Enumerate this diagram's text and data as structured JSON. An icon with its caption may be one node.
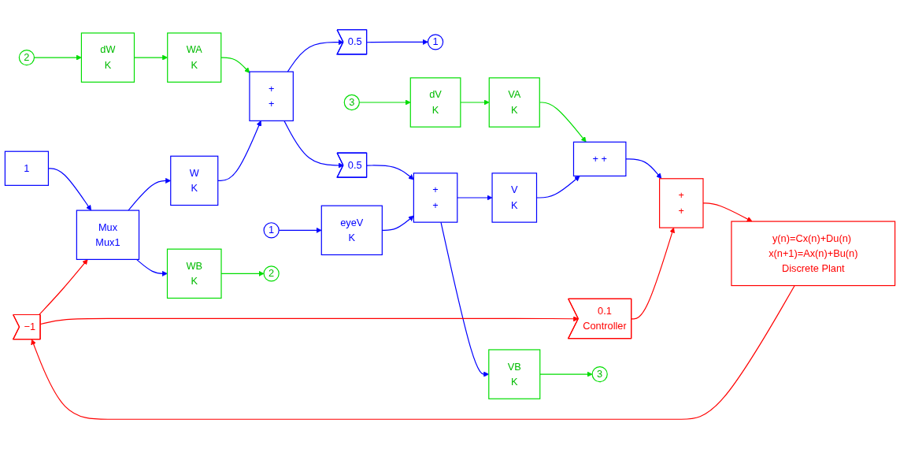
{
  "diagram": {
    "nodes": [
      {
        "text": [
          "WB",
          "K"
        ]
      },
      {
        "text": [
          "2"
        ]
      },
      {
        "text": [
          "2"
        ]
      },
      {
        "text": [
          "dW",
          "K"
        ]
      },
      {
        "text": [
          "WA",
          "K"
        ]
      },
      {
        "text": [
          "VB",
          "K"
        ]
      },
      {
        "text": [
          "3"
        ]
      },
      {
        "text": [
          "3"
        ]
      },
      {
        "text": [
          "dV",
          "K"
        ]
      },
      {
        "text": [
          "VA",
          "K"
        ]
      },
      {
        "text": [
          "1"
        ]
      },
      {
        "text": [
          "Mux",
          "Mux1"
        ]
      },
      {
        "text": [
          "W",
          "K"
        ]
      },
      {
        "text": [
          "+",
          "+"
        ]
      },
      {
        "text": [
          "0.5"
        ]
      },
      {
        "text": [
          "+",
          "+"
        ]
      },
      {
        "text": [
          "V",
          "K"
        ]
      },
      {
        "text": [
          "+ +"
        ]
      },
      {
        "text": [
          "0.5"
        ]
      },
      {
        "text": [
          "1"
        ]
      },
      {
        "text": [
          "1"
        ]
      },
      {
        "text": [
          "eyeV",
          "K"
        ]
      },
      {
        "text": [
          "+",
          "+"
        ]
      },
      {
        "text": [
          "y(n)=Cx(n)+Du(n) x(n+1)=Ax(n)+Bu(n)",
          "Discrete Plant"
        ]
      },
      {
        "text": [
          "0.1",
          "Controller"
        ]
      },
      {
        "text": [
          "−1"
        ]
      }
    ],
    "edges": [
      {
        "from": 0,
        "to": 1,
        "arrow": "to",
        "color": "#00dd00"
      },
      {
        "from": 2,
        "to": 3,
        "arrow": "to",
        "color": "#00dd00"
      },
      {
        "from": 3,
        "to": 4,
        "arrow": "to",
        "color": "#00dd00"
      },
      {
        "from": 4,
        "to": 13,
        "arrow": "to",
        "color": "#00dd00"
      },
      {
        "from": 5,
        "to": 6,
        "arrow": "to",
        "color": "#00dd00"
      },
      {
        "from": 7,
        "to": 8,
        "arrow": "to",
        "color": "#00dd00"
      },
      {
        "from": 8,
        "to": 9,
        "arrow": "to",
        "color": "#00dd00"
      },
      {
        "from": 9,
        "to": 17,
        "arrow": "to",
        "color": "#00dd00"
      },
      {
        "from": 10,
        "to": 11,
        "arrow": "to"
      },
      {
        "from": 25,
        "to": 11,
        "arrow": "to",
        "color": "#ff0000"
      },
      {
        "from": 11,
        "to": 0,
        "arrow": "to"
      },
      {
        "from": 11,
        "to": 12,
        "arrow": "to"
      },
      {
        "from": 12,
        "to": 13,
        "arrow": "to"
      },
      {
        "from": 13,
        "to": 14,
        "arrow": "to"
      },
      {
        "from": 13,
        "to": 18,
        "arrow": "to"
      },
      {
        "from": 14,
        "to": 15,
        "arrow": "to"
      },
      {
        "from": 21,
        "to": 15,
        "arrow": "to"
      },
      {
        "from": 15,
        "to": 16,
        "arrow": "to"
      },
      {
        "from": 15,
        "to": 5,
        "arrow": "to"
      },
      {
        "from": 16,
        "to": 17,
        "arrow": "to"
      },
      {
        "from": 17,
        "to": 22,
        "arrow": "to"
      },
      {
        "from": 18,
        "to": 19,
        "arrow": "to"
      },
      {
        "from": 20,
        "to": 21,
        "arrow": "to"
      },
      {
        "from": 25,
        "to": 24,
        "arrow": "to",
        "color": "#ff0000"
      },
      {
        "from": 24,
        "to": 22,
        "arrow": "to",
        "color": "#ff0000"
      },
      {
        "from": 22,
        "to": 23,
        "arrow": "to",
        "color": "#ff0000"
      },
      {
        "from": 23,
        "to": 25,
        "arrow": "to",
        "color": "#ff0000"
      }
    ]
  }
}
